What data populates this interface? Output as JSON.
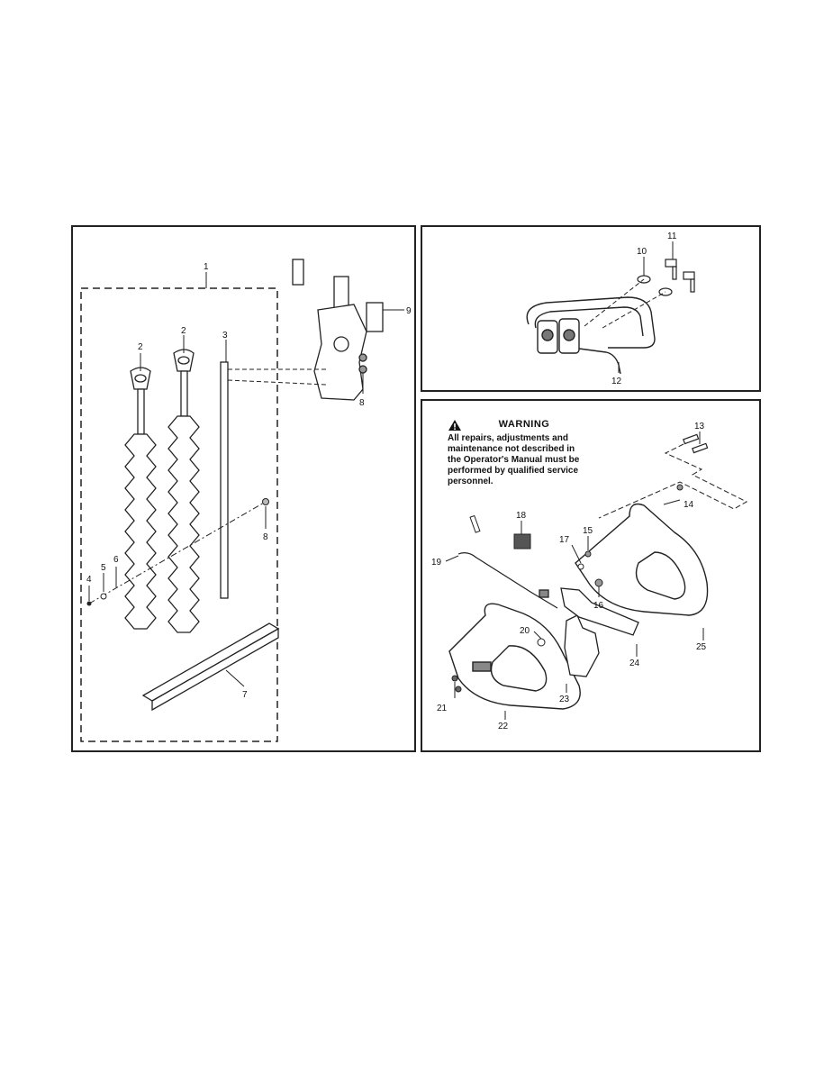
{
  "panels": {
    "left": {
      "callouts": [
        "1",
        "2",
        "2",
        "3",
        "4",
        "5",
        "6",
        "7",
        "8",
        "8",
        "9"
      ]
    },
    "top_right": {
      "callouts": [
        "10",
        "11",
        "12"
      ]
    },
    "bottom_right": {
      "warning": {
        "title": "WARNING",
        "text": "All repairs, adjustments and\nmaintenance not described in\nthe Operator's Manual must be\nperformed by qualified service\npersonnel.",
        "icon": "warning-triangle-icon"
      },
      "callouts": [
        "13",
        "14",
        "15",
        "16",
        "17",
        "18",
        "19",
        "20",
        "21",
        "22",
        "23",
        "24",
        "25"
      ]
    }
  }
}
